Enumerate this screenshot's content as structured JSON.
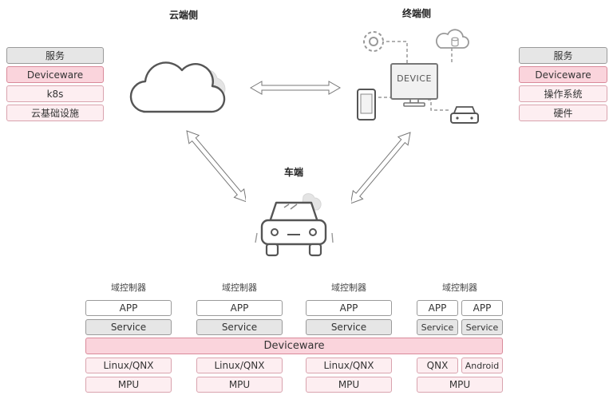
{
  "cloud": {
    "title": "云端侧",
    "stack": [
      "服务",
      "Deviceware",
      "k8s",
      "云基础设施"
    ]
  },
  "terminal": {
    "title": "终端侧",
    "device_label": "DEVICE",
    "stack": [
      "服务",
      "Deviceware",
      "操作系统",
      "硬件"
    ]
  },
  "vehicle": {
    "title": "车端"
  },
  "domains": [
    {
      "label": "域控制器",
      "app": [
        "APP"
      ],
      "service": [
        "Service"
      ],
      "os": [
        "Linux/QNX"
      ],
      "hw": "MPU"
    },
    {
      "label": "域控制器",
      "app": [
        "APP"
      ],
      "service": [
        "Service"
      ],
      "os": [
        "Linux/QNX"
      ],
      "hw": "MPU"
    },
    {
      "label": "域控制器",
      "app": [
        "APP"
      ],
      "service": [
        "Service"
      ],
      "os": [
        "Linux/QNX"
      ],
      "hw": "MPU"
    },
    {
      "label": "域控制器",
      "app": [
        "APP",
        "APP"
      ],
      "service": [
        "Service",
        "Service"
      ],
      "os": [
        "QNX",
        "Android"
      ],
      "hw": "MPU"
    }
  ],
  "deviceware_bar": "Deviceware",
  "colors": {
    "pink": "#fad4dc",
    "gray": "#e6e6e6",
    "line": "#888888"
  }
}
